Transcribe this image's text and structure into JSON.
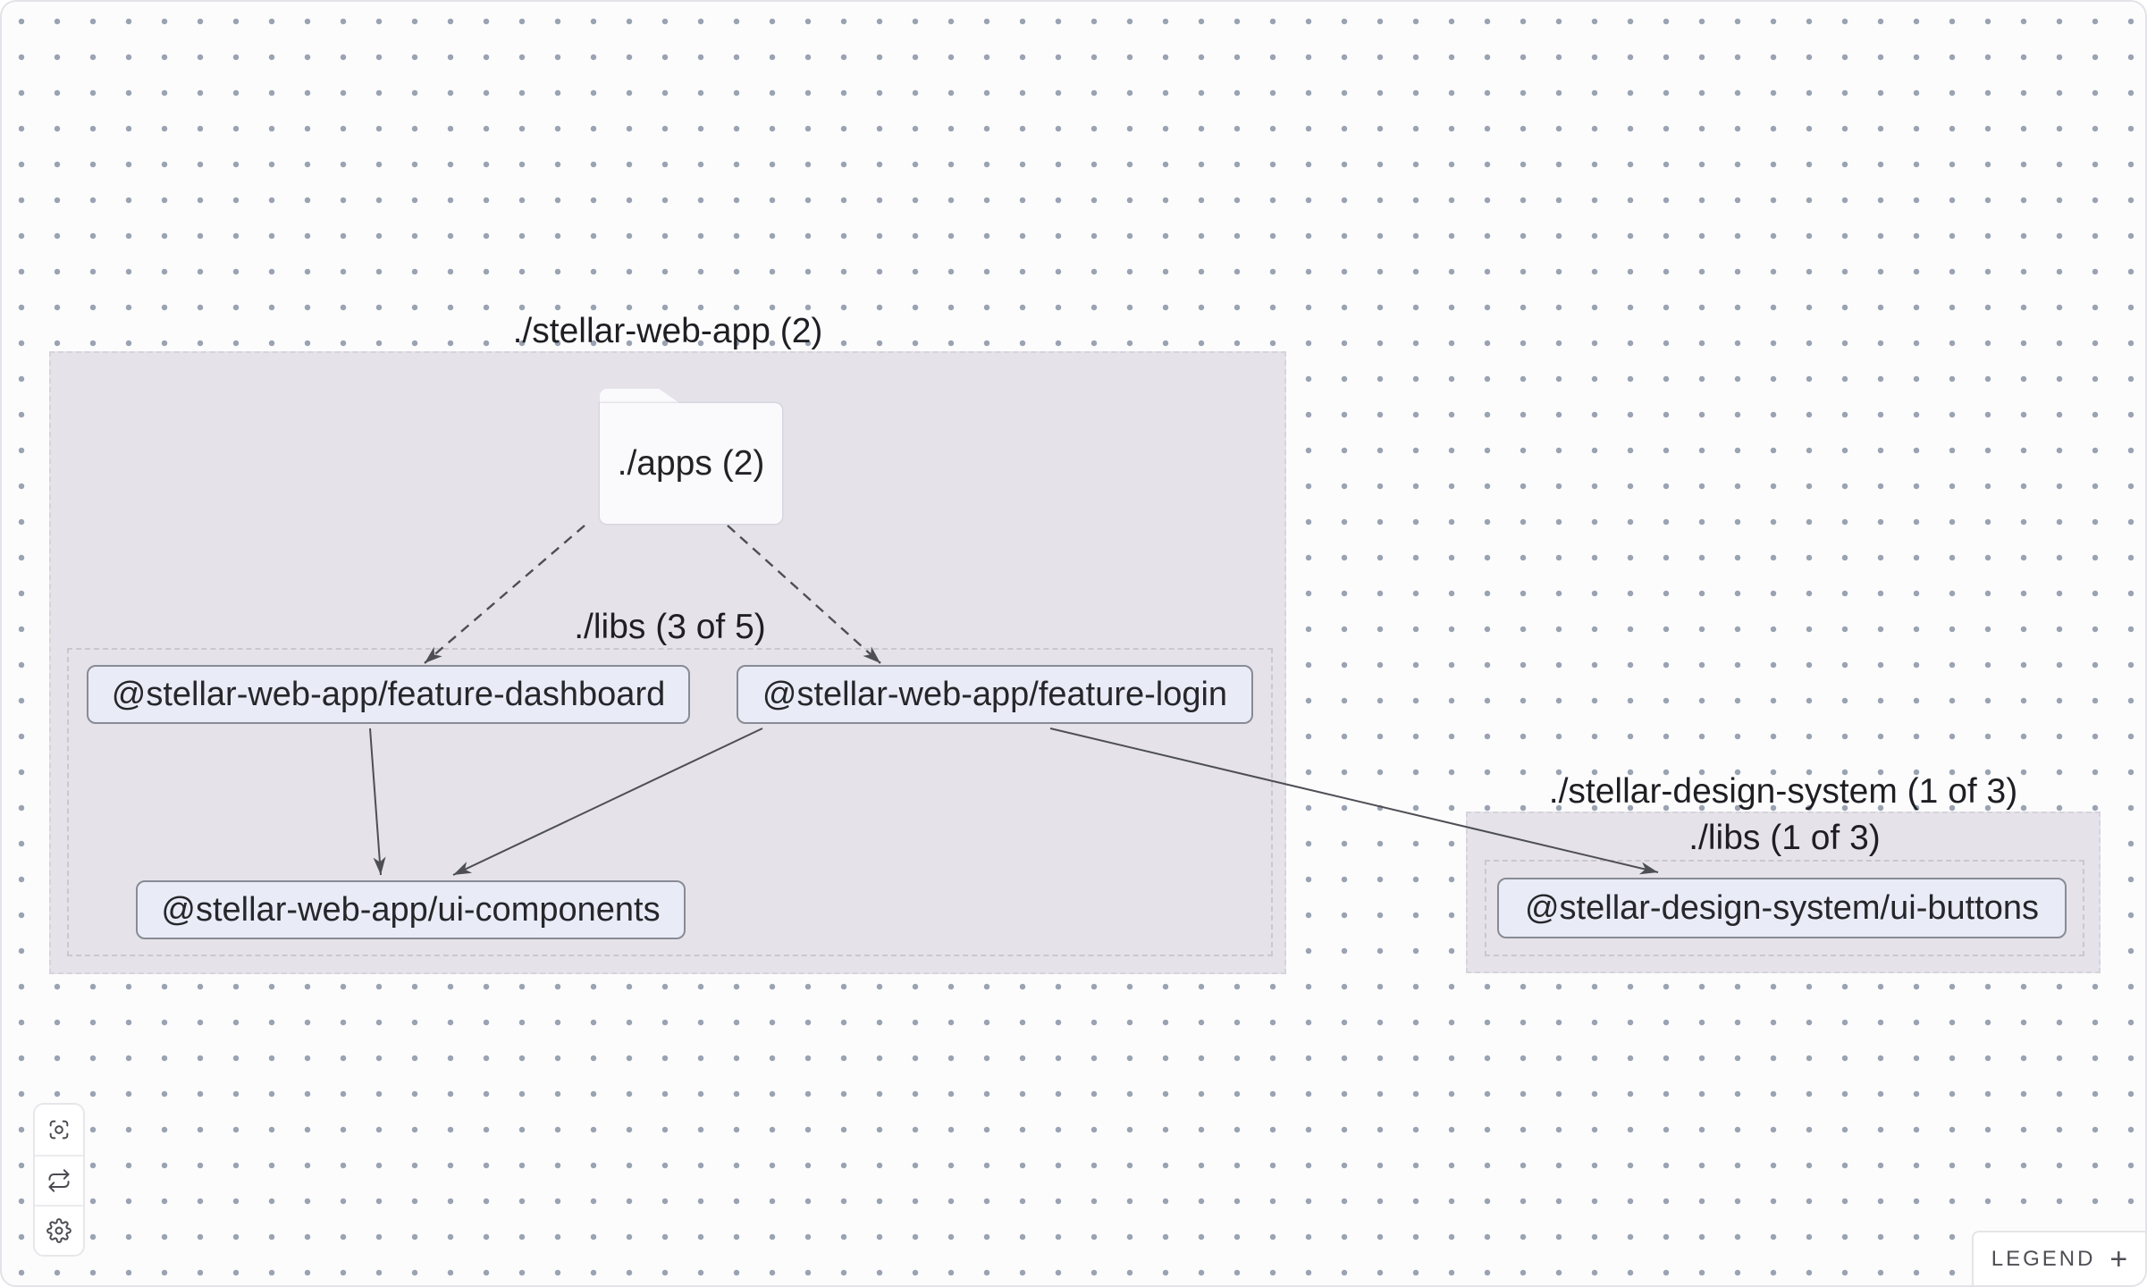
{
  "canvas": {
    "background": "#fcfcfd",
    "dot_color": "#9aa3b2"
  },
  "groups": {
    "web_app": {
      "label": "./stellar-web-app (2)"
    },
    "web_app_libs": {
      "label": "./libs (3 of 5)"
    },
    "design_system": {
      "label": "./stellar-design-system (1 of 3)"
    },
    "design_system_libs": {
      "label": "./libs (1 of 3)"
    }
  },
  "folder": {
    "label": "./apps (2)"
  },
  "nodes": {
    "feature_dashboard": {
      "label": "@stellar-web-app/feature-dashboard"
    },
    "feature_login": {
      "label": "@stellar-web-app/feature-login"
    },
    "ui_components": {
      "label": "@stellar-web-app/ui-components"
    },
    "ui_buttons": {
      "label": "@stellar-design-system/ui-buttons"
    }
  },
  "edges": [
    {
      "source": "./apps",
      "target": "@stellar-web-app/feature-dashboard",
      "style": "dashed"
    },
    {
      "source": "./apps",
      "target": "@stellar-web-app/feature-login",
      "style": "dashed"
    },
    {
      "source": "@stellar-web-app/feature-dashboard",
      "target": "@stellar-web-app/ui-components",
      "style": "solid"
    },
    {
      "source": "@stellar-web-app/feature-login",
      "target": "@stellar-web-app/ui-components",
      "style": "solid"
    },
    {
      "source": "@stellar-web-app/feature-login",
      "target": "@stellar-design-system/ui-buttons",
      "style": "solid"
    }
  ],
  "toolbar": {
    "buttons": [
      {
        "icon": "focus-icon"
      },
      {
        "icon": "refresh-icon"
      },
      {
        "icon": "gear-icon"
      }
    ]
  },
  "legend": {
    "label": "LEGEND",
    "expand": "+"
  },
  "colors": {
    "group_fill": "#e5e3e9",
    "node_fill": "#e9ecf6",
    "node_border": "#888b95",
    "edge": "#4e4e55",
    "text": "#1e1e23"
  }
}
